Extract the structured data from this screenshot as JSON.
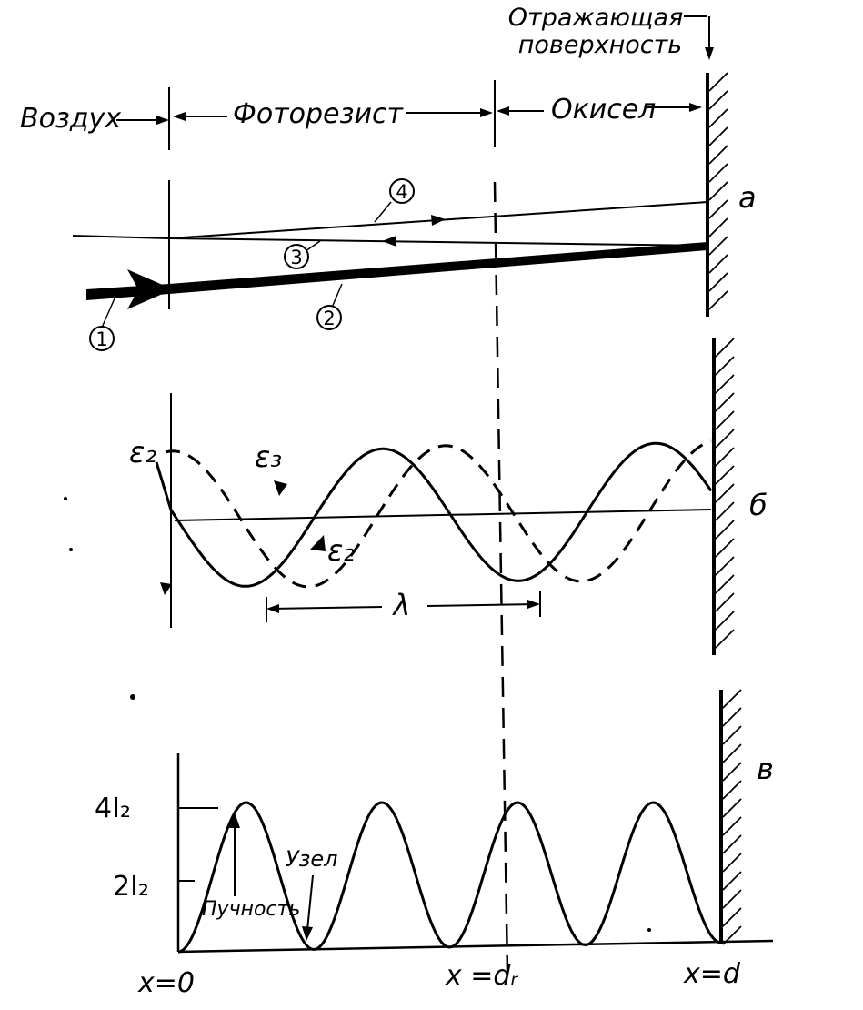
{
  "header": {
    "reflecting_surface": "Отражающая поверхность",
    "region_air": "Воздух",
    "region_photoresist": "Фоторезист",
    "region_oxide": "Окисел"
  },
  "panel_a": {
    "label": "а",
    "rays": [
      "1",
      "2",
      "3",
      "4"
    ]
  },
  "panel_b": {
    "label": "б",
    "wave_incident": "ε₂",
    "wave_reflected": "ε₃",
    "wave_incident_2": "ε₂",
    "wavelength": "λ"
  },
  "panel_c": {
    "label": "в",
    "y_tick_high": "4I₂",
    "y_tick_mid": "2I₂",
    "antinode": "Пучность",
    "node": "Узел",
    "x_origin": "x=0",
    "x_interface": "x =dᵣ",
    "x_surface": "x=d"
  },
  "colors": {
    "ink": "#000000",
    "paper": "#ffffff"
  }
}
